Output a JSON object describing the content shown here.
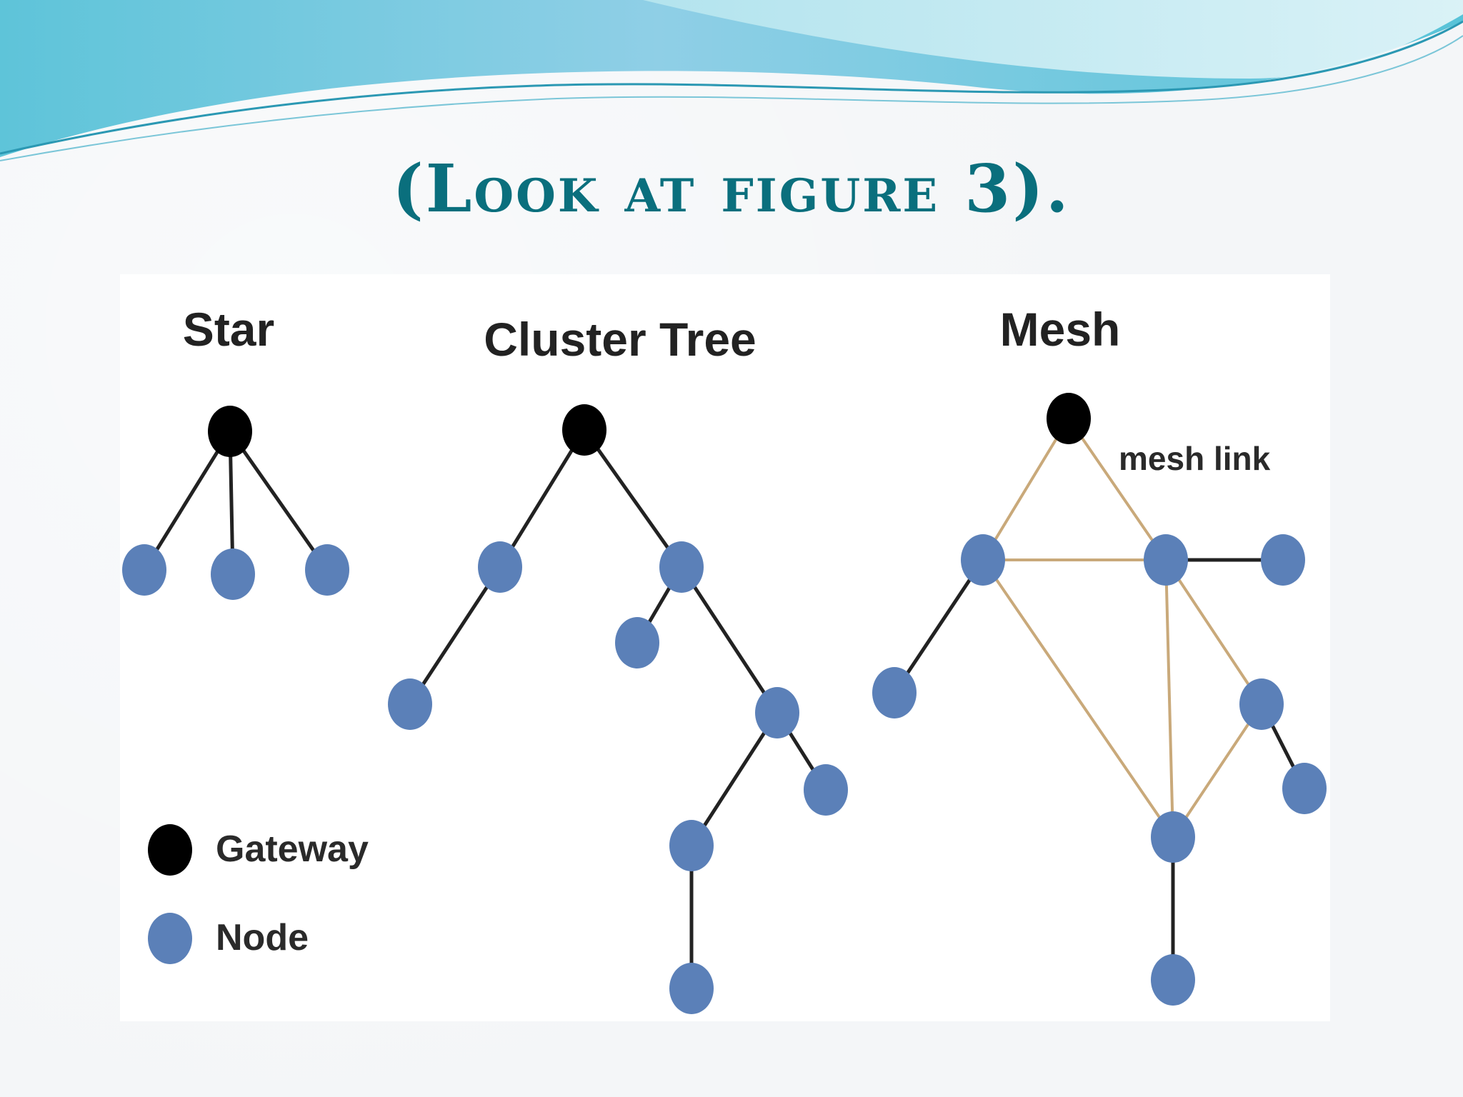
{
  "slide": {
    "title": "(Look at figure 3)."
  },
  "figure": {
    "topologies": {
      "star": "Star",
      "cluster_tree": "Cluster Tree",
      "mesh": "Mesh"
    },
    "mesh_link_label": "mesh link",
    "legend": {
      "gateway": "Gateway",
      "node": "Node"
    },
    "colors": {
      "gateway": "#000000",
      "node": "#5b80b8",
      "tree_link": "#222222",
      "mesh_link": "#c9a97a",
      "title": "#0a6f7d"
    }
  }
}
